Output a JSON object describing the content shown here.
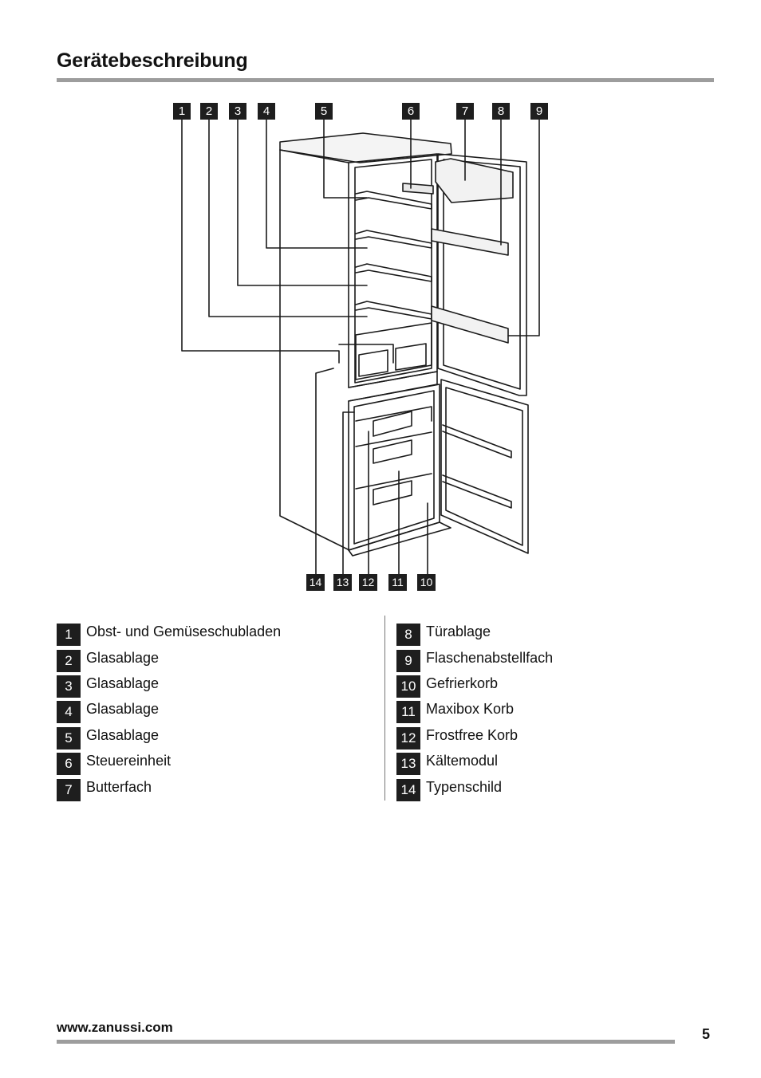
{
  "header": {
    "title": "Gerätebeschreibung"
  },
  "diagram": {
    "callouts": [
      "1",
      "2",
      "3",
      "4",
      "5",
      "6",
      "7",
      "8",
      "9",
      "14",
      "13",
      "12",
      "11",
      "10"
    ]
  },
  "legend": {
    "left": [
      {
        "num": "1",
        "label": "Obst- und Gemüseschubladen"
      },
      {
        "num": "2",
        "label": "Glasablage"
      },
      {
        "num": "3",
        "label": "Glasablage"
      },
      {
        "num": "4",
        "label": "Glasablage"
      },
      {
        "num": "5",
        "label": "Glasablage"
      },
      {
        "num": "6",
        "label": "Steuereinheit"
      },
      {
        "num": "7",
        "label": "Butterfach"
      }
    ],
    "right": [
      {
        "num": "8",
        "label": "Türablage"
      },
      {
        "num": "9",
        "label": "Flaschenabstellfach"
      },
      {
        "num": "10",
        "label": "Gefrierkorb"
      },
      {
        "num": "11",
        "label": "Maxibox Korb"
      },
      {
        "num": "12",
        "label": "Frostfree Korb"
      },
      {
        "num": "13",
        "label": "Kältemodul"
      },
      {
        "num": "14",
        "label": "Typenschild"
      }
    ]
  },
  "footer": {
    "url": "www.zanussi.com",
    "page_number": "5"
  }
}
